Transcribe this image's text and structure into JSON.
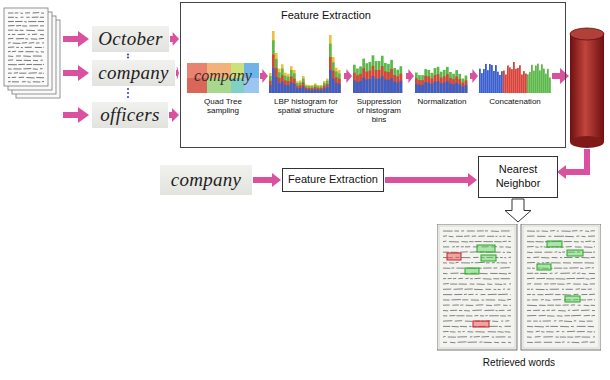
{
  "diagram": {
    "nodes": [
      {
        "text": [
          "October"
        ]
      },
      {
        "text": [
          "company"
        ]
      },
      {
        "text": [
          "officers"
        ]
      },
      {
        "text": [
          "Feature Extraction"
        ]
      },
      {
        "text": [
          "company",
          "Quad Tree sampling"
        ],
        "in": 3
      },
      {
        "text": [
          "LBP histogram for spatial structure"
        ],
        "in": 3
      },
      {
        "text": [
          "Suppression of histogram bins"
        ],
        "in": 3
      },
      {
        "text": [
          "Normalization"
        ],
        "in": 3
      },
      {
        "text": [
          "Concatenation"
        ],
        "in": 3
      },
      {
        "text": [
          "company"
        ]
      },
      {
        "text": [
          "Feature Extraction"
        ]
      },
      {
        "text": [
          "Nearest Neighbor"
        ]
      },
      {
        "text": [
          "Retrieved words"
        ]
      }
    ],
    "edges": [
      {
        "from": 0,
        "to": 3,
        "arrow": "to"
      },
      {
        "from": 1,
        "to": 3,
        "arrow": "to"
      },
      {
        "from": 2,
        "to": 3,
        "arrow": "to"
      },
      {
        "from": 4,
        "to": 5,
        "arrow": "to"
      },
      {
        "from": 5,
        "to": 6,
        "arrow": "to"
      },
      {
        "from": 6,
        "to": 7,
        "arrow": "to"
      },
      {
        "from": 7,
        "to": 8,
        "arrow": "to"
      },
      {
        "from": 9,
        "to": 10,
        "arrow": "to"
      },
      {
        "from": 10,
        "to": 11,
        "arrow": "to"
      },
      {
        "from": 11,
        "to": 12,
        "arrow": "to"
      }
    ]
  }
}
